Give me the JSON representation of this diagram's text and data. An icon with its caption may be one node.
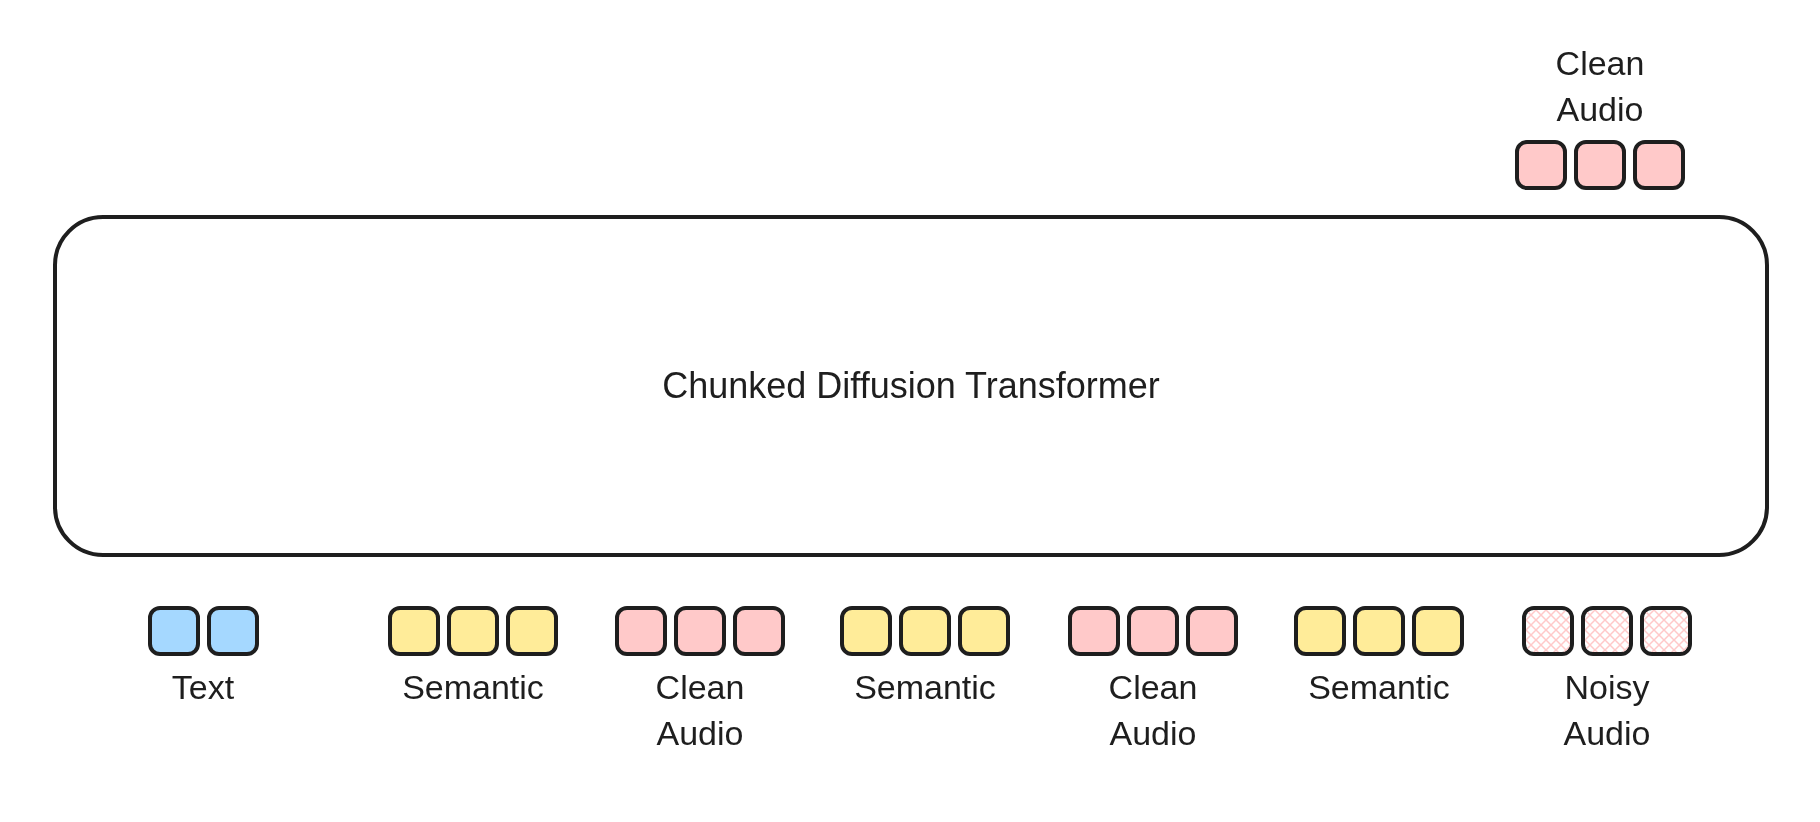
{
  "diagram": {
    "nodes": [
      {
        "text": [
          "Chunked Diffusion Transformer"
        ]
      },
      {
        "text": [
          "Clean Audio"
        ]
      },
      {
        "text": [
          "Text"
        ]
      },
      {
        "text": [
          "Semantic"
        ]
      },
      {
        "text": [
          "Clean Audio"
        ]
      },
      {
        "text": [
          "Semantic"
        ]
      },
      {
        "text": [
          "Clean Audio"
        ]
      },
      {
        "text": [
          "Semantic"
        ]
      },
      {
        "text": [
          "Noisy Audio"
        ]
      }
    ]
  }
}
